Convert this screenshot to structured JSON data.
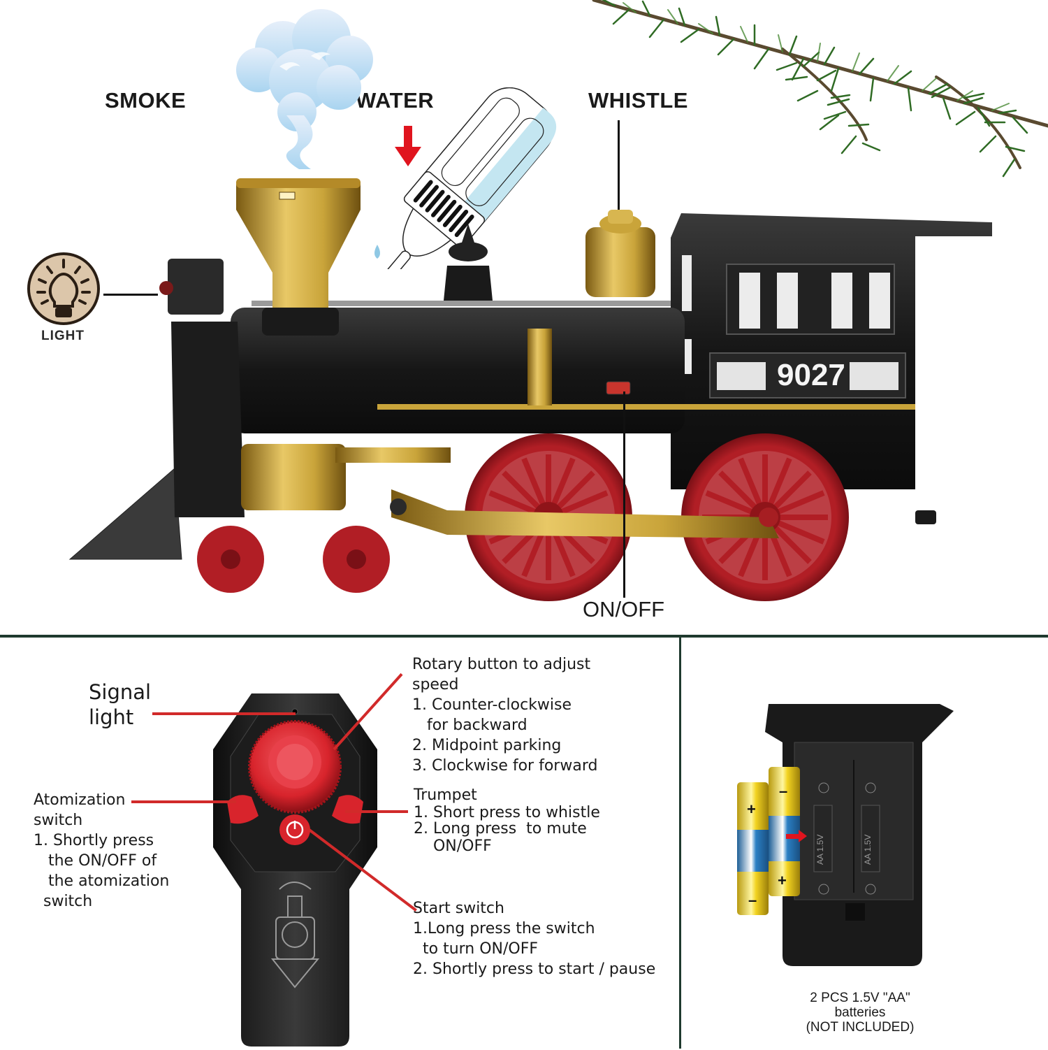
{
  "top_panel": {
    "title_labels": {
      "smoke": "SMOKE",
      "water": "WATER",
      "whistle": "WHISTLE",
      "light": "LIGHT",
      "on_off": "ON/OFF"
    },
    "locomotive": {
      "number": "9027"
    },
    "icons": [
      "smoke-cloud-icon",
      "water-bottle-icon",
      "red-down-arrow-icon",
      "light-bulb-icon",
      "pine-branch-decoration"
    ]
  },
  "remote_panel": {
    "signal_light": "Signal\nlight",
    "rotary": {
      "title": "Rotary button to adjust\nspeed",
      "items": [
        "1. Counter-clockwise\n   for backward",
        "2. Midpoint parking",
        "3. Clockwise for forward"
      ]
    },
    "trumpet": {
      "title": "Trumpet",
      "items": [
        " 1. Short press to whistle",
        " 2. Long press  to mute\n     ON/OFF"
      ]
    },
    "atomization": {
      "title": "Atomization\nswitch",
      "items": [
        "1. Shortly press\n   the ON/OFF of\n   the atomization\n  switch"
      ]
    },
    "start_switch": {
      "title": "Start switch",
      "items": [
        "1.Long press the switch\n  to turn ON/OFF",
        "2. Shortly press to start / pause"
      ]
    }
  },
  "battery_panel": {
    "compartment_marking": "AA 1.5V",
    "caption": "2 PCS 1.5V \"AA\"\nbatteries\n(NOT INCLUDED)"
  },
  "colors": {
    "divider": "#1f3a2e",
    "callout_red": "#d12a2a",
    "brass": "#c9a43a",
    "wheel_red": "#b11e25",
    "body_black": "#1c1c1c",
    "battery_yellow": "#f2d321",
    "battery_blue": "#2a7fc4"
  }
}
